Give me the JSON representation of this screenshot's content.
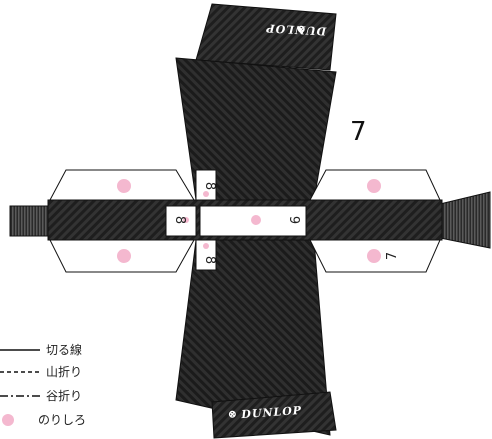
{
  "title_number": "7",
  "brand_text": "DUNLOP",
  "panel_numbers": {
    "top": "8",
    "left": "8",
    "bottom": "8",
    "center": "9",
    "right_tab": "7"
  },
  "legend": [
    {
      "label": "切る線",
      "style": "solid"
    },
    {
      "label": "山折り",
      "style": "dashed"
    },
    {
      "label": "谷折り",
      "style": "dash-dot"
    },
    {
      "label": "のりしろ",
      "style": "glue-dot"
    }
  ],
  "colors": {
    "panel_dark": "#222222",
    "glue_pink": "#f4b8cf",
    "line": "#111111"
  }
}
